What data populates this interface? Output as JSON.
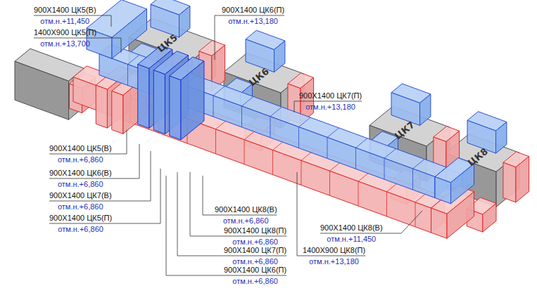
{
  "diagram": {
    "nodes": [
      {
        "text": [
          "ЦК5"
        ]
      },
      {
        "text": [
          "ЦК6"
        ]
      },
      {
        "text": [
          "ЦК7"
        ]
      },
      {
        "text": [
          "ЦК8"
        ]
      }
    ],
    "labels": [
      "900X1400 ЦК5(В)",
      "отм.н.+11,450",
      "1400X900 ЦК5(П)",
      "отм.н.+13,700",
      "900X1400 ЦК6(П)",
      "отм.н.+13,180",
      "900X1400 ЦК7(П)",
      "отм.н.+13,180",
      "900X1400 ЦК5(В)",
      "отм.н.+6,860",
      "900X1400 ЦК6(В)",
      "отм.н.+6,860",
      "900X1400 ЦК7(В)",
      "отм.н.+6,860",
      "900X1400 ЦК5(П)",
      "отм.н.+6,860",
      "900X1400 ЦК8(В)",
      "отм.н.+6,860",
      "900X1400 ЦК8(В)",
      "отм.н.+11,450",
      "900X1400 ЦК8(П)",
      "отм.н.+6,860",
      "1400X900 ЦК8(П)",
      "отм.н.+13,180",
      "900X1400 ЦК7(П)",
      "отм.н.+6,860",
      "900X1400 ЦК6(П)",
      "отм.н.+6,860"
    ]
  }
}
